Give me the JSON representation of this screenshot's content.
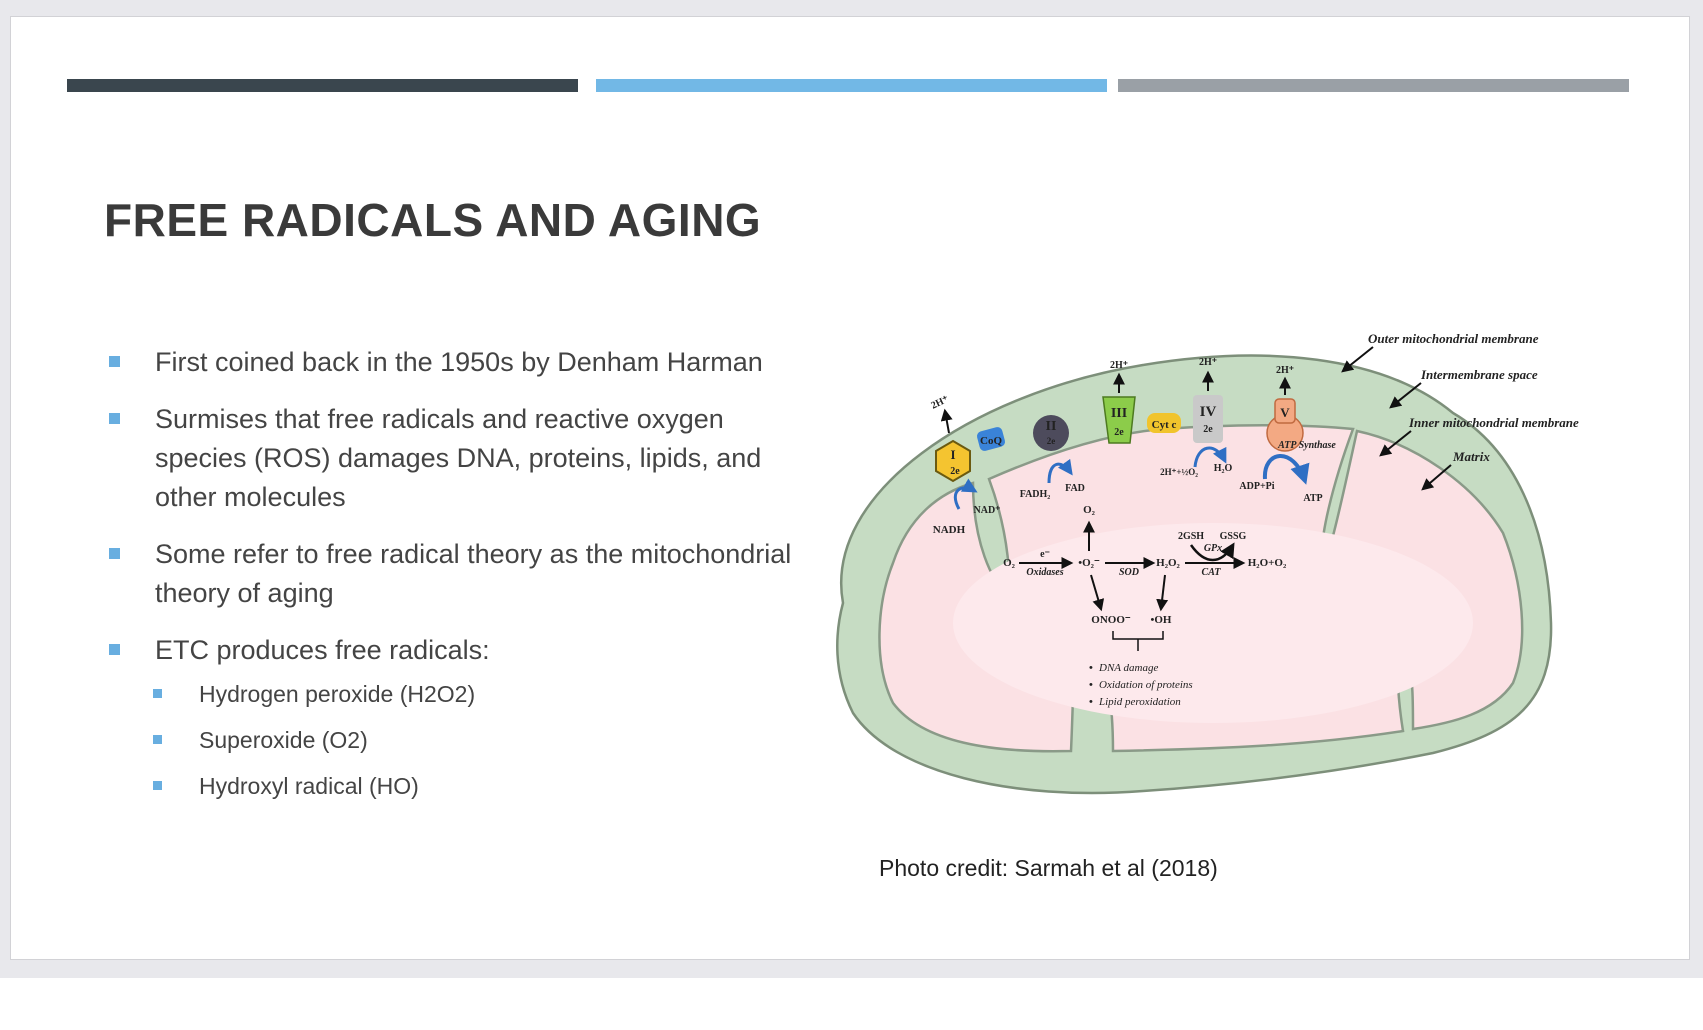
{
  "slide": {
    "title": "FREE RADICALS AND AGING",
    "accent_colors": [
      "#3a464e",
      "#72b8e6",
      "#9aa0a6"
    ],
    "bullet_color": "#68aee0"
  },
  "bullets": [
    {
      "text": "First coined back in the 1950s by Denham Harman"
    },
    {
      "text": "Surmises that free radicals and reactive oxygen species (ROS) damages DNA, proteins, lipids, and other molecules"
    },
    {
      "text": "Some refer to free radical theory as the mitochondrial theory of aging"
    },
    {
      "text": "ETC produces free radicals:",
      "sub": [
        {
          "text": "Hydrogen peroxide (H2O2)"
        },
        {
          "text": "Superoxide (O2)"
        },
        {
          "text": "Hydroxyl radical (HO)"
        }
      ]
    }
  ],
  "figure": {
    "credit": "Photo credit: Sarmah et al (2018)",
    "labels": {
      "outer_membrane": "Outer mitochondrial membrane",
      "intermembrane": "Intermembrane space",
      "inner_membrane": "Inner mitochondrial membrane",
      "matrix": "Matrix"
    },
    "complexes": {
      "c1": "I",
      "c1_e": "2e",
      "coq": "CoQ",
      "c2": "II",
      "c2_e": "2e",
      "c3": "III",
      "c3_e": "2e",
      "cytc": "Cyt c",
      "c4": "IV",
      "c4_e": "2e",
      "c5": "V",
      "atp_synthase": "ATP Synthase"
    },
    "proton": "2H⁺",
    "metabolites": {
      "nadh": "NADH",
      "nad": "NAD⁺",
      "fadh2": "FADH₂",
      "fad": "FAD",
      "o2_reduction": "2H⁺+½O₂",
      "h2o": "H₂O",
      "adp": "ADP+Pi",
      "atp": "ATP"
    },
    "ros": {
      "o2": "O₂",
      "e": "e⁻",
      "oxidases": "Oxidases",
      "superoxide": "•O₂⁻",
      "o2_up": "O₂",
      "sod": "SOD",
      "h2o2": "H₂O₂",
      "gsh": "2GSH",
      "gssg": "GSSG",
      "gpx": "GPx",
      "cat": "CAT",
      "products": "H₂O+O₂",
      "onoo": "ONOO⁻",
      "oh": "•OH"
    },
    "damage": [
      "DNA damage",
      "Oxidation of proteins",
      "Lipid peroxidation"
    ]
  }
}
